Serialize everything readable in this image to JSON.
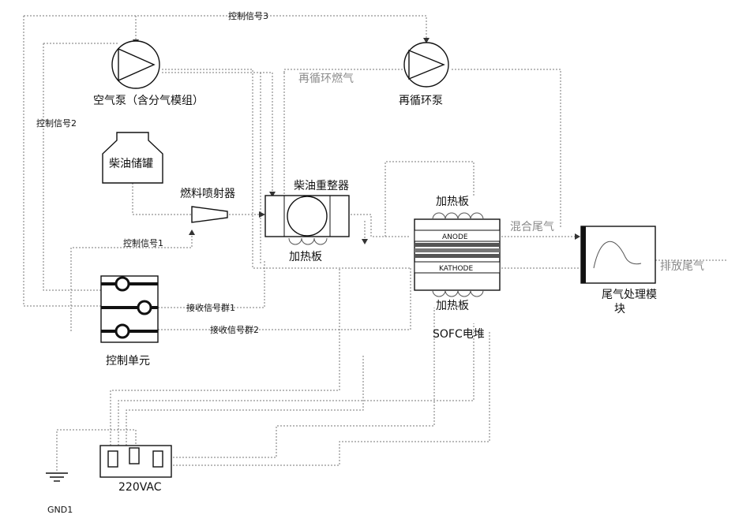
{
  "labels": {
    "control_signal_3": "控制信号3",
    "control_signal_2": "控制信号2",
    "control_signal_1": "控制信号1",
    "air_pump": "空气泵（含分气模组）",
    "recirc_pump": "再循环泵",
    "recirc_gas": "再循环燃气",
    "diesel_tank": "柴油储罐",
    "fuel_injector": "燃料喷射器",
    "diesel_reformer": "柴油重整器",
    "heating_plate": "加热板",
    "anode": "ANODE",
    "cathode": "KATHODE",
    "sofc_stack": "SOFC电堆",
    "mixed_exhaust": "混合尾气",
    "exhaust_module": "尾气处理模块",
    "emission_exhaust": "排放尾气",
    "receive_group_1": "接收信号群1",
    "receive_group_2": "接收信号群2",
    "control_unit": "控制单元",
    "power": "220VAC",
    "ground": "GND1"
  },
  "colors": {
    "line": "#555555",
    "block": "#111111"
  }
}
